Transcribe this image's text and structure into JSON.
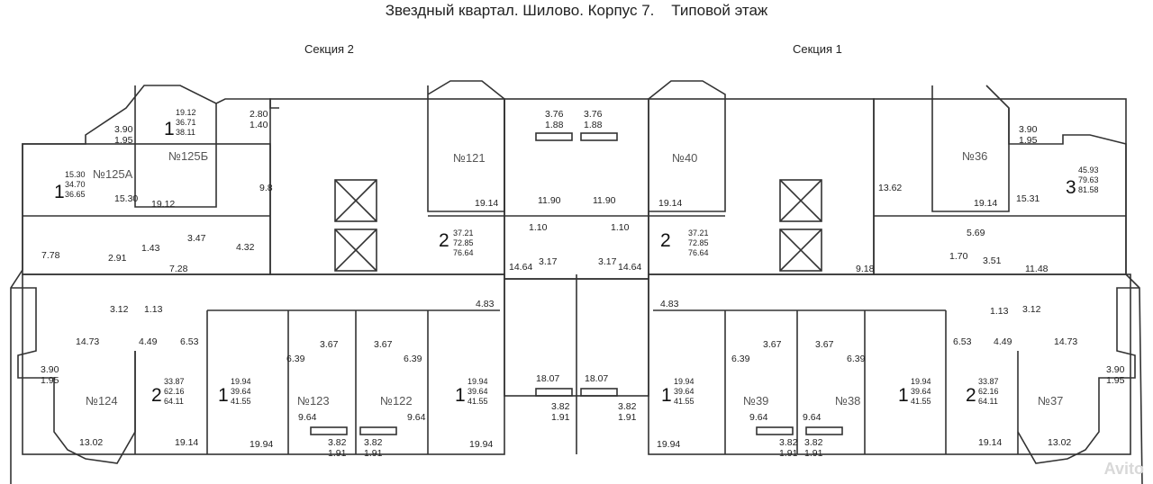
{
  "title": "Звездный квартал. Шилово. Корпус 7.    Типовой этаж",
  "sections": {
    "left": "Секция 2",
    "right": "Секция 1"
  },
  "watermark": "Avito",
  "apartments": [
    {
      "id": "a125A",
      "number": "№125А",
      "rooms": "1",
      "areas": [
        "15.30",
        "34.70",
        "36.65"
      ]
    },
    {
      "id": "a125B",
      "number": "№125Б",
      "rooms": "1",
      "areas": [
        "19.12",
        "36.71",
        "38.11"
      ]
    },
    {
      "id": "a121",
      "number": "№121",
      "rooms": "2",
      "areas": [
        "37.21",
        "72.85",
        "76.64"
      ]
    },
    {
      "id": "a40",
      "number": "№40",
      "rooms": "2",
      "areas": [
        "37.21",
        "72.85",
        "76.64"
      ]
    },
    {
      "id": "a36",
      "number": "№36",
      "rooms": "3",
      "areas": [
        "45.93",
        "79.63",
        "81.58"
      ]
    },
    {
      "id": "a124",
      "number": "№124",
      "rooms": "2",
      "areas": [
        "33.87",
        "62.16",
        "64.11"
      ]
    },
    {
      "id": "a123",
      "number": "№123",
      "rooms": "1",
      "areas": [
        "19.94",
        "39.64",
        "41.55"
      ]
    },
    {
      "id": "a122",
      "number": "№122",
      "rooms": "1",
      "areas": [
        "19.94",
        "39.64",
        "41.55"
      ]
    },
    {
      "id": "a39",
      "number": "№39",
      "rooms": "1",
      "areas": [
        "19.94",
        "39.64",
        "41.55"
      ]
    },
    {
      "id": "a38",
      "number": "№38",
      "rooms": "1",
      "areas": [
        "19.94",
        "39.64",
        "41.55"
      ]
    },
    {
      "id": "a37",
      "number": "№37",
      "rooms": "2",
      "areas": [
        "33.87",
        "62.16",
        "64.11"
      ]
    }
  ],
  "room_labels": [
    "3.90",
    "1.95",
    "2.80",
    "1.40",
    "3.76",
    "1.88",
    "3.76",
    "1.88",
    "3.90",
    "1.95",
    "15.30",
    "19.12",
    "9.8",
    "19.14",
    "11.90",
    "11.90",
    "19.14",
    "13.62",
    "19.14",
    "15.31",
    "3.47",
    "4.32",
    "1.10",
    "1.10",
    "5.69",
    "7.78",
    "2.91",
    "1.43",
    "7.28",
    "14.64",
    "3.17",
    "3.17",
    "14.64",
    "9.18",
    "1.70",
    "3.51",
    "11.48",
    "3.12",
    "1.13",
    "4.83",
    "4.83",
    "1.13",
    "3.12",
    "14.73",
    "4.49",
    "6.53",
    "3.67",
    "3.67",
    "3.67",
    "3.67",
    "6.53",
    "4.49",
    "14.73",
    "3.90",
    "1.95",
    "6.39",
    "6.39",
    "6.39",
    "6.39",
    "3.90",
    "1.95",
    "18.07",
    "18.07",
    "3.82",
    "1.91",
    "3.82",
    "1.91",
    "9.64",
    "9.64",
    "9.64",
    "9.64",
    "13.02",
    "19.14",
    "19.94",
    "19.94",
    "19.94",
    "19.14",
    "13.02",
    "3.82",
    "1.91",
    "3.82",
    "1.91",
    "3.82",
    "1.91",
    "3.82",
    "1.91"
  ]
}
